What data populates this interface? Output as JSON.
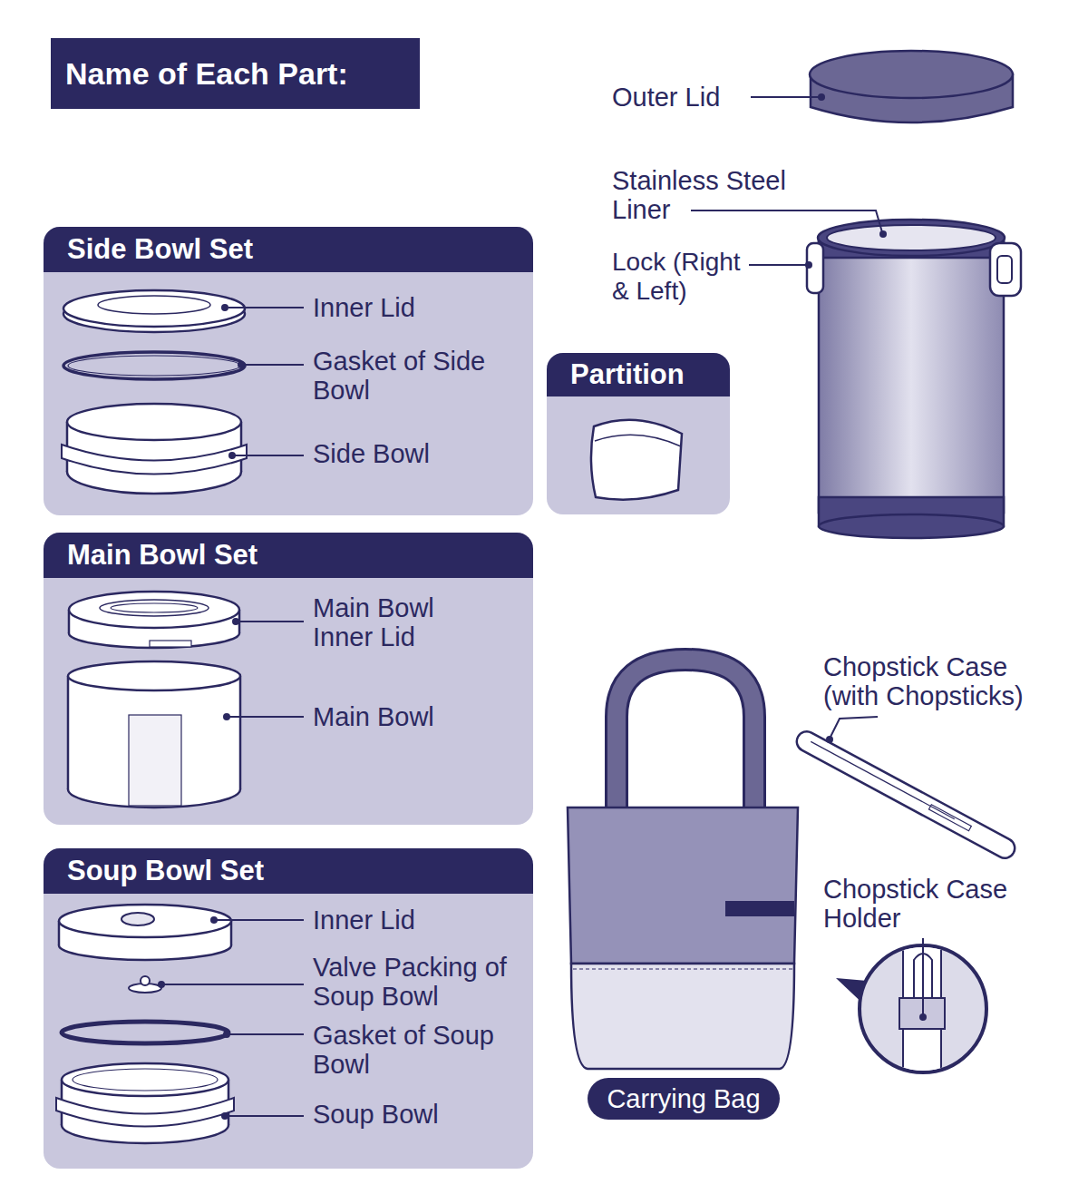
{
  "diagram": {
    "title": "Name of Each Part:",
    "nodes": [
      {
        "text": [
          "Side Bowl Set",
          "Inner Lid",
          "Gasket of Side Bowl",
          "Side Bowl"
        ]
      },
      {
        "text": [
          "Partition"
        ]
      },
      {
        "text": [
          "Main Bowl Set",
          "Main Bowl Inner Lid",
          "Main Bowl"
        ]
      },
      {
        "text": [
          "Soup Bowl Set",
          "Inner Lid",
          "Valve Packing of Soup Bowl",
          "Gasket of Soup Bowl",
          "Soup Bowl"
        ]
      },
      {
        "text": [
          "Carrying Bag"
        ]
      }
    ],
    "labels": [
      "Outer Lid",
      "Stainless Steel Liner",
      "Lock (Right & Left)",
      "Chopstick Case (with Chopsticks)",
      "Chopstick Case Holder"
    ]
  }
}
